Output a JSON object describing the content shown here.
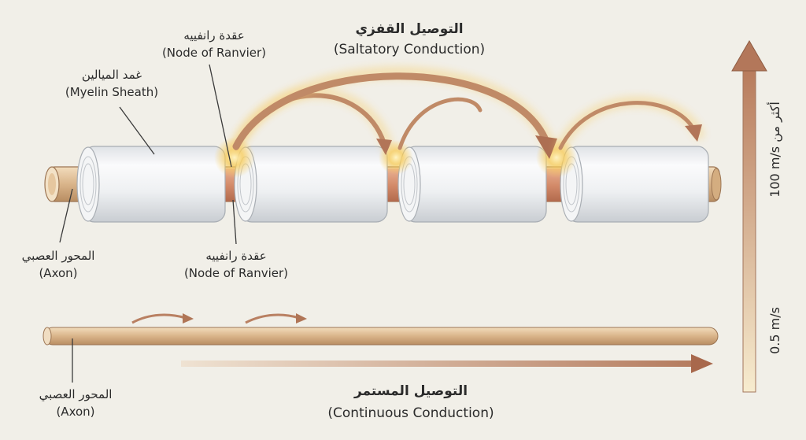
{
  "saltatory": {
    "title_ar": "التوصيل القفزي",
    "title_en": "(Saltatory Conduction)"
  },
  "continuous": {
    "title_ar": "التوصيل المستمر",
    "title_en": "(Continuous Conduction)"
  },
  "labels": {
    "node_top_ar": "عقدة رانفييه",
    "node_top_en": "(Node of Ranvier)",
    "myelin_ar": "غمد الميالين",
    "myelin_en": "(Myelin Sheath)",
    "axon_top_ar": "المحور العصبي",
    "axon_top_en": "(Axon)",
    "node_bottom_ar": "عقدة رانفييه",
    "node_bottom_en": "(Node of Ranvier)",
    "axon_bottom_ar": "المحور العصبي",
    "axon_bottom_en": "(Axon)"
  },
  "speed_scale": {
    "high": "100 m/s أكثر من",
    "low": "0.5 m/s"
  },
  "colors": {
    "background": "#f1efe8",
    "axon": "#dcc09b",
    "myelin": "#eceef0",
    "arrow": "#b9805e",
    "glow": "#f7c24a"
  }
}
